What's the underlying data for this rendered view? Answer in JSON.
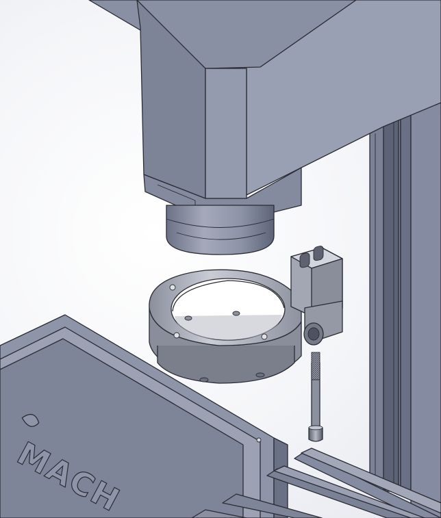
{
  "scene": {
    "logo_text": "MACH",
    "colors": {
      "background": "#f4f5f8",
      "body_light": "#9ea3b6",
      "body_mid": "#868ca0",
      "body_dark": "#6a7085",
      "body_shadow": "#50566a",
      "ring_light": "#c2c5cf",
      "ring_mid": "#a7abb8",
      "edge": "#2a2b33"
    },
    "icons": {
      "spindle": "spindle-head",
      "ring": "probe-ring",
      "sensor": "sensor-block",
      "bolt": "cap-screw",
      "table": "machine-table",
      "column": "column-rail"
    }
  }
}
